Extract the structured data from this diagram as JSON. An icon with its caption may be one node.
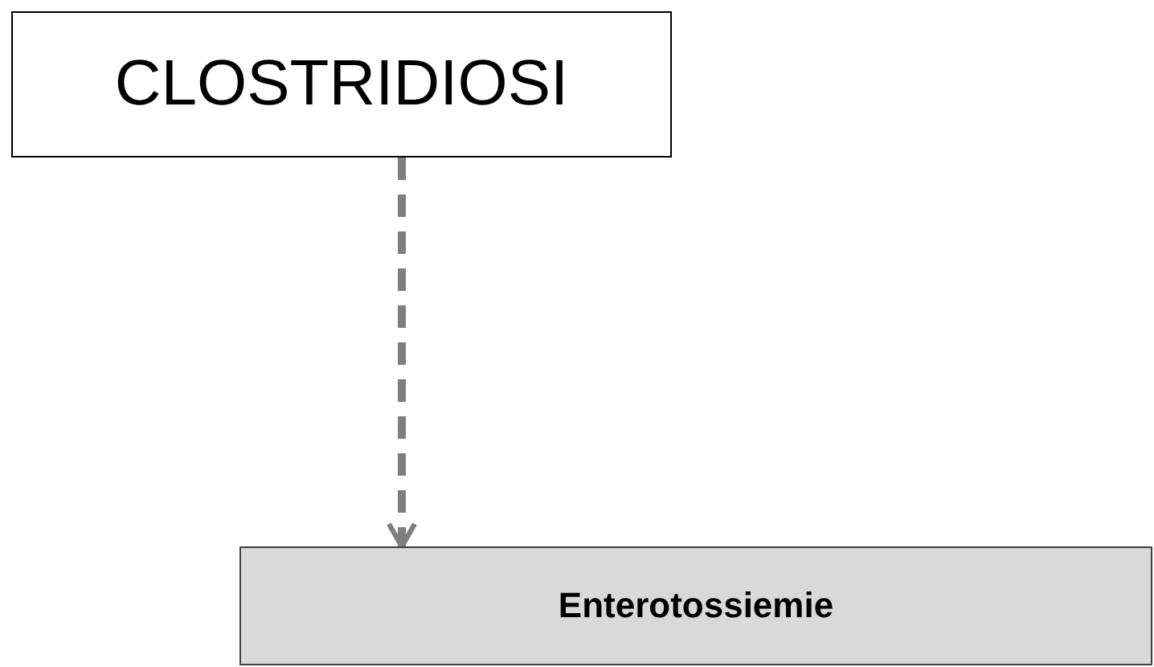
{
  "diagram": {
    "nodes": [
      {
        "text": [
          "CLOSTRIDIOSI"
        ]
      },
      {
        "text": [
          "Enterotossiemie"
        ]
      }
    ],
    "edges": [
      {
        "from": 0,
        "to": 1,
        "arrow": "to",
        "style": "dashed",
        "color": "#7f7f7f"
      }
    ]
  }
}
